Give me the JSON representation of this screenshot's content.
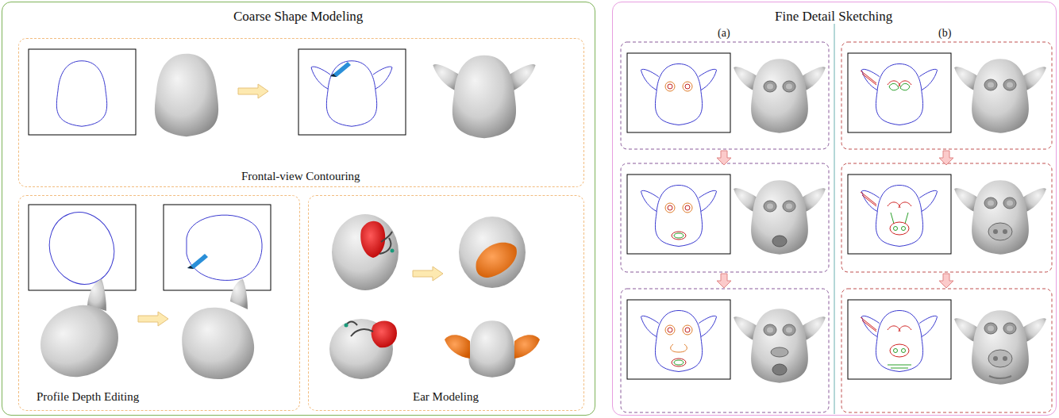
{
  "diagram": {
    "nodes": [
      {
        "text": [
          "Coarse Shape Modeling"
        ]
      },
      {
        "text": [
          "Frontal-view Contouring"
        ],
        "in": 0
      },
      {
        "text": [
          "Profile Depth Editing"
        ],
        "in": 0
      },
      {
        "text": [
          "Ear Modeling"
        ],
        "in": 0
      },
      {
        "text": [
          "Fine Detail Sketching"
        ]
      }
    ],
    "labels": [
      "(a)",
      "(b)"
    ]
  }
}
